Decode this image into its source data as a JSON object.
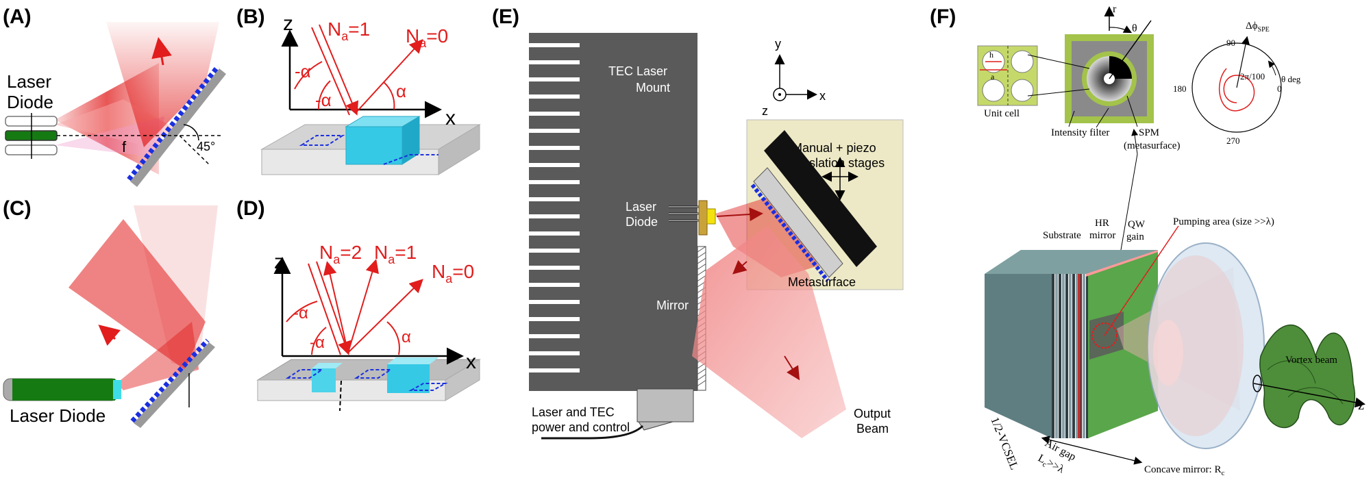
{
  "panels": {
    "A": {
      "label": "(A)",
      "device_label_line1": "Laser",
      "device_label_line2": "Diode",
      "focal_label": "f",
      "angle_label": "45°"
    },
    "B": {
      "label": "(B)",
      "axis_z": "z",
      "axis_x": "x",
      "beam_in": "N",
      "beam_in_sub": "a",
      "beam_in_val": "=1",
      "beam_out": "N",
      "beam_out_sub": "a",
      "beam_out_val": "=0",
      "angle_neg": "-α",
      "angle_neg2": "-α",
      "angle_pos": "α"
    },
    "C": {
      "label": "(C)",
      "device_label": "Laser Diode"
    },
    "D": {
      "label": "(D)",
      "axis_z": "z",
      "axis_x": "x",
      "order2": "N",
      "order2_sub": "a",
      "order2_val": "=2",
      "order1": "N",
      "order1_sub": "a",
      "order1_val": "=1",
      "order0": "N",
      "order0_sub": "a",
      "order0_val": "=0",
      "angle_neg": "-α",
      "angle_neg2": "-α",
      "angle_pos": "α"
    },
    "E": {
      "label": "(E)",
      "mount_line1": "TEC Laser",
      "mount_line2": "Mount",
      "diode_line1": "Laser",
      "diode_line2": "Diode",
      "mirror": "Mirror",
      "stages_line1": "Manual + piezo",
      "stages_line2": "translation stages",
      "metasurface": "Metasurface",
      "power_line1": "Laser and TEC",
      "power_line2": "power and control",
      "output_line1": "Output",
      "output_line2": "Beam",
      "axis_y": "y",
      "axis_x": "x",
      "axis_z": "z"
    },
    "F": {
      "label": "(F)",
      "unit_cell": "Unit cell",
      "unit_h": "h",
      "unit_a": "a",
      "intensity_filter": "Intensity filter",
      "spm_line1": "SPM",
      "spm_line2": "(metasurface)",
      "axis_r": "r",
      "theta": "θ",
      "polar_title": "Δϕ",
      "polar_title_sub": "SPE",
      "polar_90": "90",
      "polar_180": "180",
      "polar_270": "270",
      "polar_0": "0",
      "polar_step": "2π/100",
      "polar_unit": "θ deg",
      "substrate": "Substrate",
      "hr_line1": "HR",
      "hr_line2": "mirror",
      "qw_line1": "QW",
      "qw_line2": "gain",
      "pumping": "Pumping area (size >>λ)",
      "vcsel": "1/2-VCSEL",
      "air_line1": "Air gap",
      "air_line2": "L",
      "air_line2_sub": "c",
      "air_line2_rest": ">>λ",
      "concave": "Concave mirror: R",
      "concave_sub": "c",
      "vortex": "Vortex beam",
      "axis_z": "z"
    }
  },
  "colors": {
    "beam_red": "#e11d1d",
    "grating_blue": "#1a2fe0",
    "cyan_block": "#35c9e6",
    "diode_green": "#157a12",
    "mount_gray": "#5a5a5a",
    "stage_beige": "#ede9c6",
    "filter_green": "#8fbf3a",
    "gain_green": "#5aa64a"
  }
}
